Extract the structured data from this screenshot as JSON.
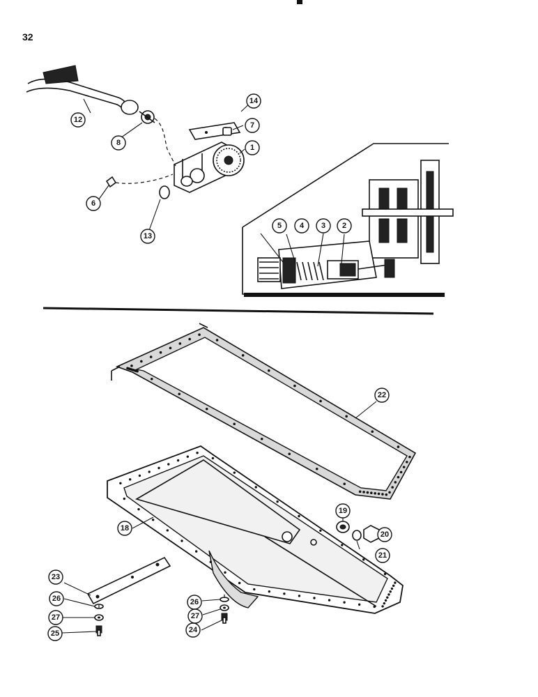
{
  "page": {
    "number": "32"
  },
  "callouts": {
    "c1": "1",
    "c2": "2",
    "c3": "3",
    "c4": "4",
    "c5": "5",
    "c6": "6",
    "c7": "7",
    "c8": "8",
    "c12": "12",
    "c13": "13",
    "c14": "14",
    "c18": "18",
    "c19": "19",
    "c20": "20",
    "c21": "21",
    "c22": "22",
    "c23": "23",
    "c24": "24",
    "c25": "25",
    "c26a": "26",
    "c26b": "26",
    "c27a": "27",
    "c27b": "27"
  }
}
